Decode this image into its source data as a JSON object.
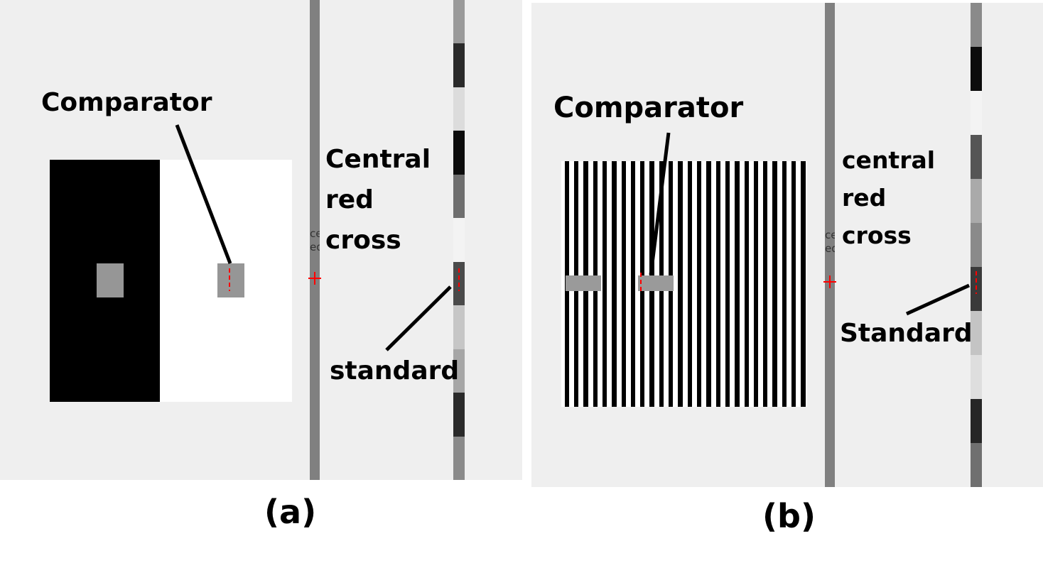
{
  "panel_a": {
    "comparator_label": "Comparator",
    "cross_label_lines": [
      "Central",
      "red",
      "cross"
    ],
    "standard_label": "standard",
    "ghost_text": [
      "ce",
      "ed"
    ],
    "caption": "(a)",
    "strip_shades": [
      "#9a9a9a",
      "#2a2a2a",
      "#dcdcdc",
      "#0c0c0c",
      "#6e6e6e",
      "#f3f3f3",
      "#4a4a4a",
      "#c6c6c6",
      "#a6a6a6",
      "#2a2a2a",
      "#8a8a8a"
    ],
    "colors": {
      "background": "#efefef",
      "dark_half": "#000000",
      "light_half": "#ffffff",
      "patch": "#969696",
      "cross": "#ff0000",
      "bar": "#808080"
    }
  },
  "panel_b": {
    "comparator_label": "Comparator",
    "cross_label_lines": [
      "central",
      "red",
      "cross"
    ],
    "standard_label": "Standard",
    "ghost_text": [
      "ce",
      "ed"
    ],
    "caption": "(b)",
    "stripe_count": 26,
    "strip_shades": [
      "#8a8a8a",
      "#0c0c0c",
      "#f3f3f3",
      "#555555",
      "#aaaaaa",
      "#8a8a8a",
      "#3a3a3a",
      "#c4c4c4",
      "#dedede",
      "#262626",
      "#707070"
    ],
    "colors": {
      "background": "#efefef",
      "stripe_dark": "#000000",
      "stripe_light": "#ffffff",
      "patch": "#9a9a9a",
      "cross": "#ff0000",
      "bar": "#808080"
    }
  }
}
